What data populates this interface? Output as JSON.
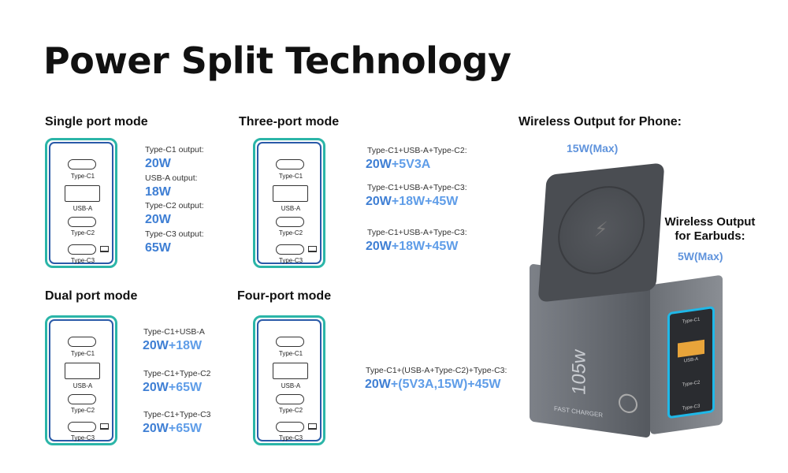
{
  "title": "Power Split Technology",
  "port_labels": {
    "c1": "Type-C1",
    "a": "USB-A",
    "c2": "Type-C2",
    "c3": "Type-C3"
  },
  "single": {
    "heading": "Single port mode",
    "items": [
      {
        "label": "Type-C1 output:",
        "value": "20W"
      },
      {
        "label": "USB-A output:",
        "value": "18W"
      },
      {
        "label": "Type-C2 output:",
        "value": "20W"
      },
      {
        "label": "Type-C3 output:",
        "value": "65W"
      }
    ]
  },
  "three": {
    "heading": "Three-port mode",
    "items": [
      {
        "label": "Type-C1+USB-A+Type-C2:",
        "v1": "20W",
        "v2": "+5V3A"
      },
      {
        "label": "Type-C1+USB-A+Type-C3:",
        "v1": "20W",
        "v2": "+18W+45W"
      },
      {
        "label": "Type-C1+USB-A+Type-C3:",
        "v1": "20W",
        "v2": "+18W+45W"
      }
    ]
  },
  "dual": {
    "heading": "Dual port mode",
    "items": [
      {
        "label": "Type-C1+USB-A",
        "v1": "20W",
        "v2": "+18W"
      },
      {
        "label": "Type-C1+Type-C2",
        "v1": "20W",
        "v2": "+65W"
      },
      {
        "label": "Type-C1+Type-C3",
        "v1": "20W",
        "v2": "+65W"
      }
    ]
  },
  "four": {
    "heading": "Four-port mode",
    "items": [
      {
        "label": "Type-C1+(USB-A+Type-C2)+Type-C3:",
        "v1": "20W",
        "v2": "+(5V3A,15W)+45W"
      }
    ]
  },
  "wireless": {
    "phone_label": "Wireless Output for Phone:",
    "phone_value": "15W(Max)",
    "earbuds_label_1": "Wireless Output",
    "earbuds_label_2": "for Earbuds:",
    "earbuds_value": "5W(Max)"
  },
  "product": {
    "wattage": "105w",
    "brand_text": "FAST CHARGER",
    "ports": [
      "Type-C1",
      "USB-A",
      "Type-C2",
      "Type-C3"
    ]
  },
  "colors": {
    "accent": "#3f7fd4",
    "accent_light": "#5f9de8",
    "card_outer": "#2bb5a8",
    "card_inner": "#2a5aa8",
    "port_highlight": "#1fb8e8"
  }
}
